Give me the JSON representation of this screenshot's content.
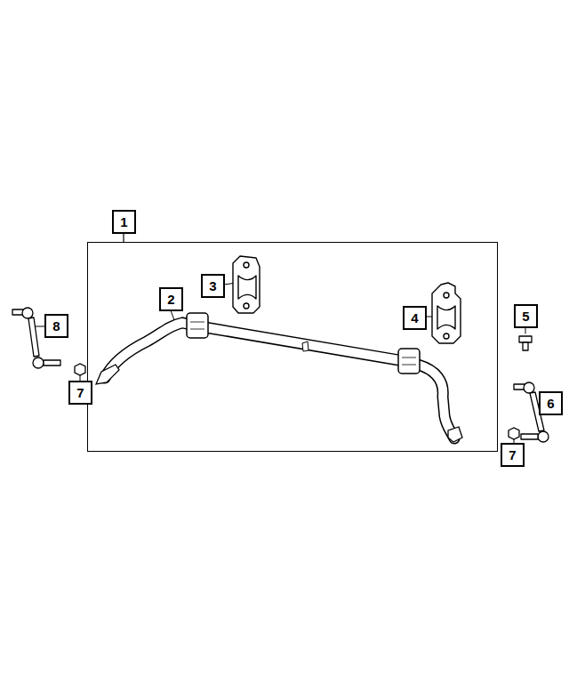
{
  "diagram": {
    "nodes": [
      {
        "text": [
          "1"
        ]
      },
      {
        "text": [
          "2"
        ],
        "in": 0
      },
      {
        "text": [
          "3"
        ],
        "in": 0
      },
      {
        "text": [
          "4"
        ],
        "in": 0
      },
      {
        "text": [
          "8"
        ]
      },
      {
        "text": [
          "7"
        ]
      },
      {
        "text": [
          "5"
        ]
      },
      {
        "text": [
          "6"
        ]
      },
      {
        "text": [
          "7"
        ]
      }
    ]
  }
}
